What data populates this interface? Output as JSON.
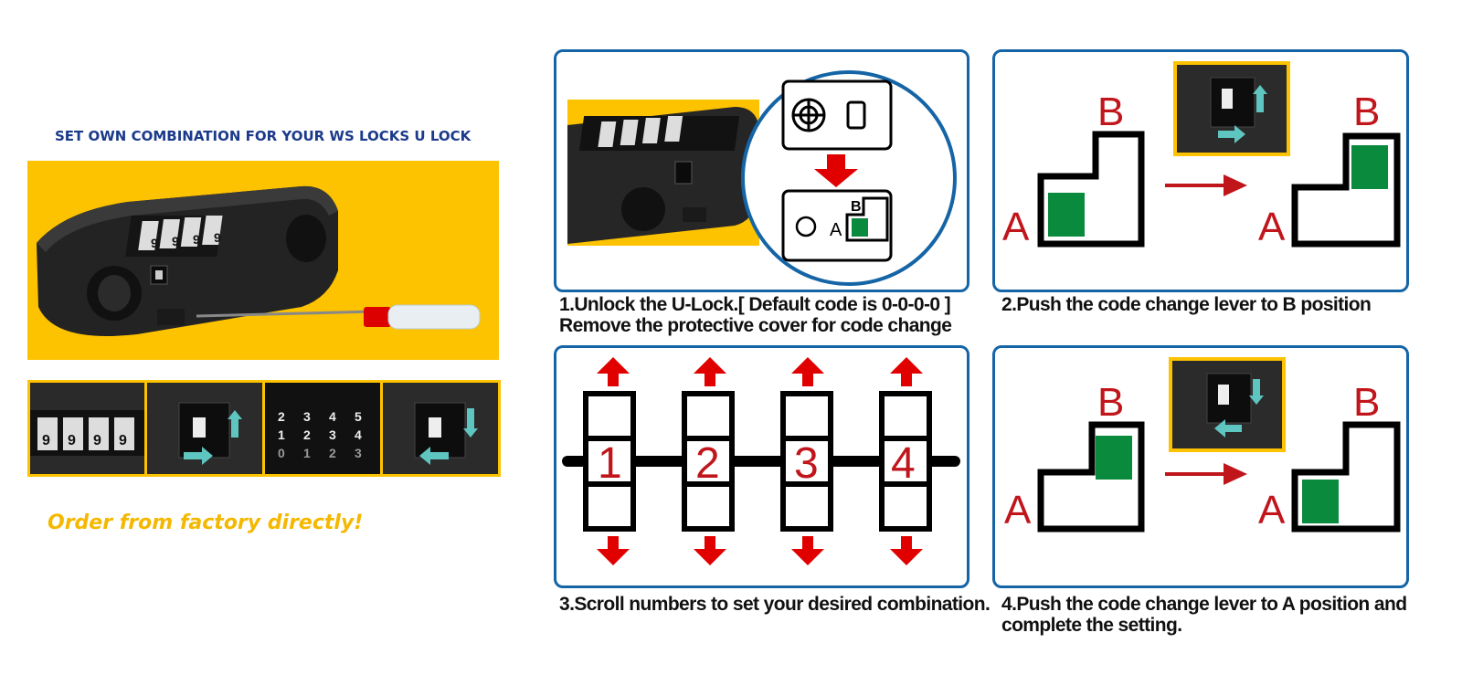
{
  "left": {
    "title": "SET OWN COMBINATION FOR YOUR WS LOCKS U LOCK",
    "order_text": "Order from factory directly!",
    "hero_digits": [
      "9",
      "9",
      "9",
      "9"
    ],
    "thumb_digits": {
      "thumb1": [
        "9",
        "9",
        "9",
        "9"
      ],
      "thumb3_top": [
        "2",
        "3",
        "4",
        "5"
      ],
      "thumb3_mid": [
        "1",
        "2",
        "3",
        "4"
      ],
      "thumb3_bot": [
        "0",
        "1",
        "2",
        "3"
      ]
    }
  },
  "steps": [
    {
      "caption_line1": "1.Unlock the U-Lock.[ Default code is 0-0-0-0 ]",
      "caption_line2": "Remove the protective cover for code change",
      "cover_labels": {
        "a": "A",
        "b": "B"
      }
    },
    {
      "caption_line1": "2.Push the code change lever to B position",
      "labels": {
        "a": "A",
        "b": "B"
      }
    },
    {
      "caption_line1": "3.Scroll numbers to set your desired combination.",
      "digits": [
        "1",
        "2",
        "3",
        "4"
      ]
    },
    {
      "caption_line1": "4.Push the code change lever to A position and",
      "caption_line2": "complete the setting.",
      "labels": {
        "a": "A",
        "b": "B"
      }
    }
  ],
  "colors": {
    "title_blue": "#1b3a8a",
    "order_yellow": "#f5b800",
    "panel_border": "#1565a6",
    "accent_red": "#e10000",
    "lever_green": "#0a8a3c",
    "bg_yellow": "#fdc200"
  }
}
